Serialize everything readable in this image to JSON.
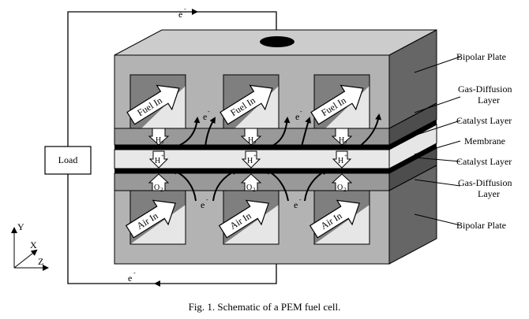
{
  "title": "Fig. 1. Schematic of a PEM fuel cell.",
  "load_label": "Load",
  "electron_label": "e",
  "electron_superscript": "-",
  "fuel_in_label": "Fuel In",
  "air_in_label": "Air In",
  "h2_base": "H",
  "h2_sub": "2",
  "hplus_base": "H",
  "hplus_sup": "+",
  "o2_base": "O",
  "o2_sub": "2",
  "layer_labels": {
    "bipolar_top": "Bipolar Plate",
    "gdl_top_line1": "Gas-Diffusion",
    "gdl_top_line2": "Layer",
    "catalyst_top": "Catalyst Layer",
    "membrane": "Membrane",
    "catalyst_bottom": "Catalyst Layer",
    "gdl_bottom_line1": "Gas-Diffusion",
    "gdl_bottom_line2": "Layer",
    "bipolar_bottom": "Bipolar Plate"
  },
  "axes": {
    "y": "Y",
    "x": "X",
    "z": "Z"
  },
  "colors": {
    "plate_front": "#b3b3b3",
    "plate_top": "#cccccc",
    "plate_side": "#666666",
    "channel_dark": "#7f7f7f",
    "channel_light": "#e6e6e6",
    "gdl_front": "#999999",
    "membrane_front": "#e8e8e8",
    "catalyst": "#000000"
  }
}
